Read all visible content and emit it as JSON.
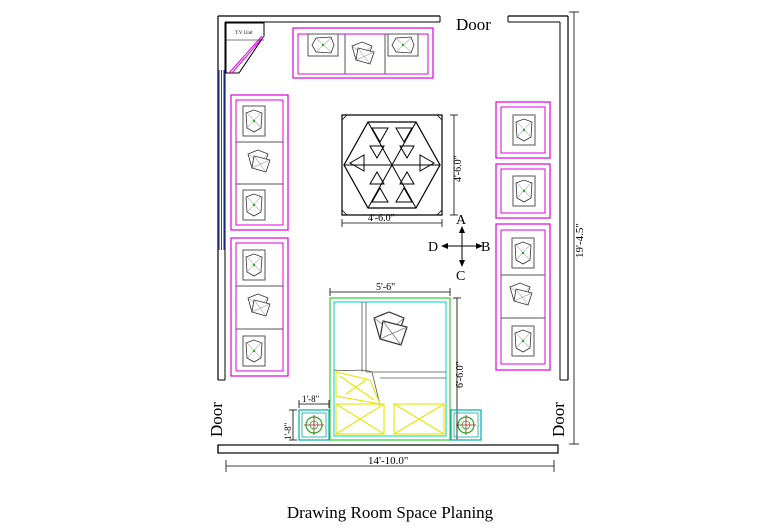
{
  "labels": {
    "door_top": "Door",
    "door_left": "Door",
    "door_right": "Door",
    "tv_unit": "T.V Unit",
    "compass_a": "A",
    "compass_b": "B",
    "compass_c": "C",
    "compass_d": "D"
  },
  "dimensions": {
    "room_width": "14'-10.0\"",
    "room_length": "19'-4.5\"",
    "table_width": "4'-6.0\"",
    "table_length": "4'-6.0\"",
    "bed_width": "5'-6\"",
    "bed_length": "6'-6.0\"",
    "side_table_width": "1'-8\"",
    "side_table_length": "1'-8\""
  },
  "caption": "Drawing Room Space Planing",
  "colors": {
    "wall": "#000000",
    "sofa": "#e000e0",
    "bed_outer": "#33cc33",
    "bed_inner": "#00cccc",
    "pillow": "#e6e600",
    "side_table": "#00aaaa",
    "lamp": "#22aa22",
    "window": "#3344cc"
  }
}
